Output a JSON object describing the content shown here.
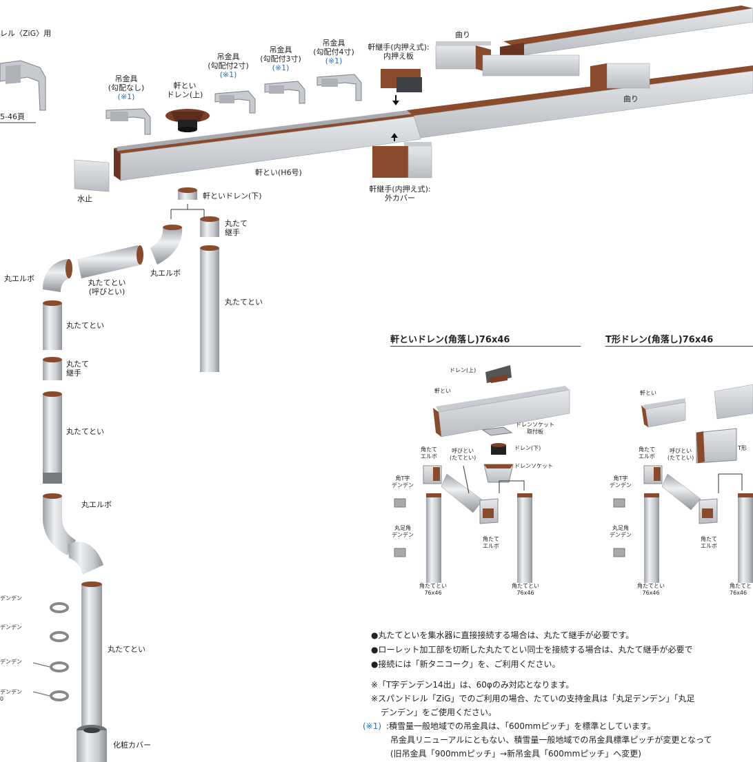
{
  "top_left": {
    "heading": "レル〈ZiG〉用",
    "page_ref": "5-46頁"
  },
  "parts": {
    "hanger_none": {
      "l1": "吊金具",
      "l2": "(勾配なし)",
      "l3": "(※1)"
    },
    "hanger_2": {
      "l1": "吊金具",
      "l2": "(勾配付2寸)",
      "l3": "(※1)"
    },
    "hanger_3": {
      "l1": "吊金具",
      "l2": "(勾配付3寸)",
      "l3": "(※1)"
    },
    "hanger_4": {
      "l1": "吊金具",
      "l2": "(勾配付4寸)",
      "l3": "(※1)"
    },
    "drain_upper": {
      "l1": "軒とい",
      "l2": "ドレン(上)"
    },
    "joint_inner": {
      "l1": "軒継手(内押え式):",
      "l2": "内押え板"
    },
    "joint_outer": {
      "l1": "軒継手(内押え式):",
      "l2": "外カバー"
    },
    "bend_top": "曲り",
    "bend_right": "曲り",
    "gutter": "軒とい(H6号)",
    "stop": "水止",
    "drain_lower": "軒といドレン(下)",
    "round_joint_top": {
      "l1": "丸たて",
      "l2": "継手"
    },
    "round_joint_mid": {
      "l1": "丸たて",
      "l2": "継手"
    },
    "elbow_a": "丸エルボ",
    "elbow_b": "丸エルボ",
    "elbow_c": "丸エルボ",
    "pipe_call": {
      "l1": "丸たてとい",
      "l2": "(呼びとい)"
    },
    "pipe_right": "丸たてとい",
    "pipe_1": "丸たてとい",
    "pipe_2": "丸たてとい",
    "pipe_3": "丸たてとい",
    "cover": "化粧カバー",
    "denden_1": "デンデン",
    "denden_2": "デンデン",
    "denden_3": "デンデン",
    "denden_4": "デンデン",
    "denden_4b": "0"
  },
  "panel_a": {
    "title": "軒といドレン(角落し)76x46",
    "labels": {
      "drain_up": "ドレン(上)",
      "gutter": "軒とい",
      "socket_plate_1": "ドレンソケット",
      "socket_plate_2": "取付板",
      "drain_down": "ドレン(下)",
      "socket": "ドレンソケット",
      "elbow_1": "角たて",
      "elbow_2": "エルボ",
      "call_1": "呼びとい",
      "call_2": "(たてとい)",
      "t_den_1": "角T字",
      "t_den_2": "デンデン",
      "foot_den_1": "丸足角",
      "foot_den_2": "デンデン",
      "elbow_b1": "角たて",
      "elbow_b2": "エルボ",
      "pipe_l1": "角たてとい",
      "pipe_l2": "76x46",
      "pipe_r1": "角たてとい",
      "pipe_r2": "76x46"
    }
  },
  "panel_b": {
    "title": "T形ドレン(角落し)76x46",
    "labels": {
      "gutter": "軒とい",
      "t_drain": "T形",
      "elbow_1": "角たて",
      "elbow_2": "エルボ",
      "call_1": "呼びとい",
      "call_2": "(たてとい)",
      "t_den_1": "角T字",
      "t_den_2": "デンデン",
      "foot_den_1": "丸足角",
      "foot_den_2": "デンデン",
      "elbow_b1": "角たて",
      "elbow_b2": "エルボ",
      "pipe_l1": "角たてとい",
      "pipe_l2": "76x46",
      "pipe_r1": "角たてと",
      "pipe_r2": "76x46"
    }
  },
  "notes": {
    "b1": "●丸たてといを集水器に直接接続する場合は、丸たて継手が必要です。",
    "b2": "●ローレット加工部を切断した丸たてとい同士を接続する場合は、丸たて継手が必要で",
    "b3": "●接続には「新タニコーク」を、ご利用ください。",
    "n1": "※「T字デンデン14出」は、60φのみ対応となります。",
    "n2a": "※スパンドレル「ZiG」でのご利用の場合、たていの支持金具は「丸足デンデン」「丸足",
    "n2b": "デンデン」をご使用ください。",
    "f_mark": "(※1)",
    "f1": ":積雪量一般地域での吊金具は、「600mmピッチ」を標準としています。",
    "f2": "吊金具リニューアルにともない、積雪量一般地域での吊金具標準ピッチが変更となって",
    "f3": "(旧吊金具「900mmピッチ」→新吊金具「600mmピッチ」へ変更)"
  },
  "colors": {
    "copper": "#8a4a2c",
    "copper_dark": "#6a3420",
    "metal": "#d4d7db",
    "metal_dark": "#a9adb3",
    "accent": "#1e72c8"
  }
}
